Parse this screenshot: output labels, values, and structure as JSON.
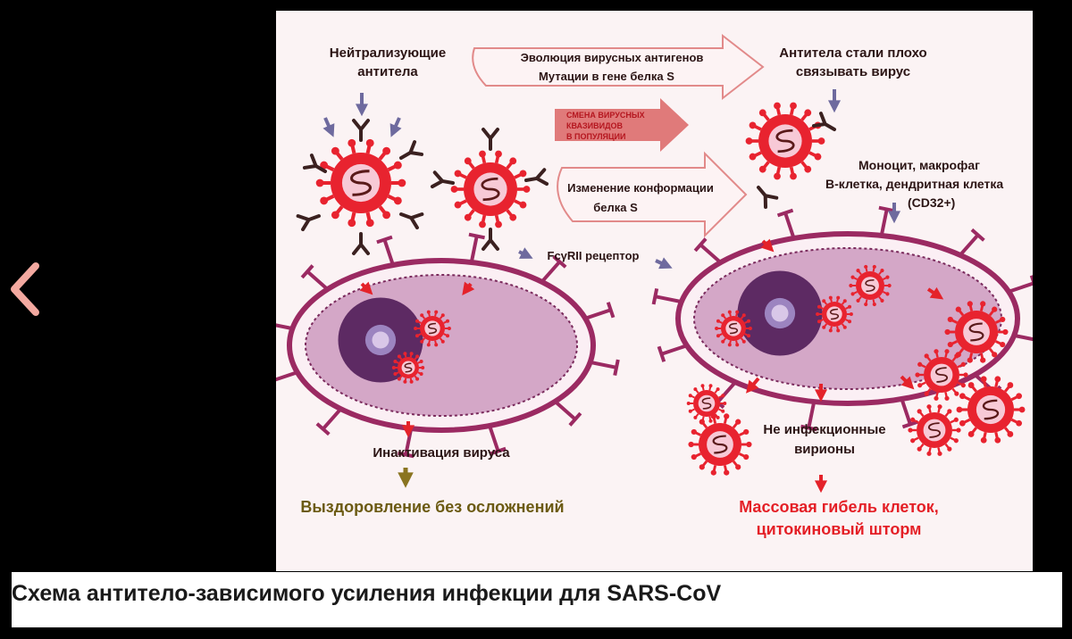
{
  "nav": {
    "icon": "chevron-left-icon",
    "color": "#f3a9a0"
  },
  "colors": {
    "virus": "#e8232f",
    "cell_membrane": "#9b2a62",
    "cytoplasm": "#d4a7c7",
    "nucleus": "#5d2a63",
    "antibody": "#3b2120",
    "arrow_blue": "#6e6a9e",
    "arrow_red": "#e4222a",
    "arrow_olive": "#8a7420",
    "outcome_good": "#6b5a12",
    "outcome_bad": "#e41f26"
  },
  "diagram": {
    "left": {
      "antibodies_label_1": "Нейтрализующие",
      "antibodies_label_2": "антитела",
      "inactivation": "Инактивация вируса",
      "outcome": "Выздоровление без осложнений"
    },
    "center": {
      "evolution_1": "Эволюция вирусных антигенов",
      "evolution_2": "Мутации в гене белка S",
      "quasispecies_1": "СМЕНА ВИРУСНЫХ",
      "quasispecies_2": "КВАЗИВИДОВ",
      "quasispecies_3": "В ПОПУЛЯЦИИ",
      "conformation_1": "Изменение конформации",
      "conformation_2": "белка S",
      "receptor": "FcγRII рецептор"
    },
    "right": {
      "poor_binding_1": "Антитела стали плохо",
      "poor_binding_2": "связывать вирус",
      "cells_1": "Моноцит, макрофаг",
      "cells_2": "В-клетка, дендритная клетка",
      "cells_3": "(CD32+)",
      "noninfectious_1": "Не инфекционные",
      "noninfectious_2": "вирионы",
      "outcome_1": "Массовая гибель клеток,",
      "outcome_2": "цитокиновый шторм"
    }
  },
  "caption": "Схема антитело-зависимого усиления инфекции для SARS-CoV"
}
